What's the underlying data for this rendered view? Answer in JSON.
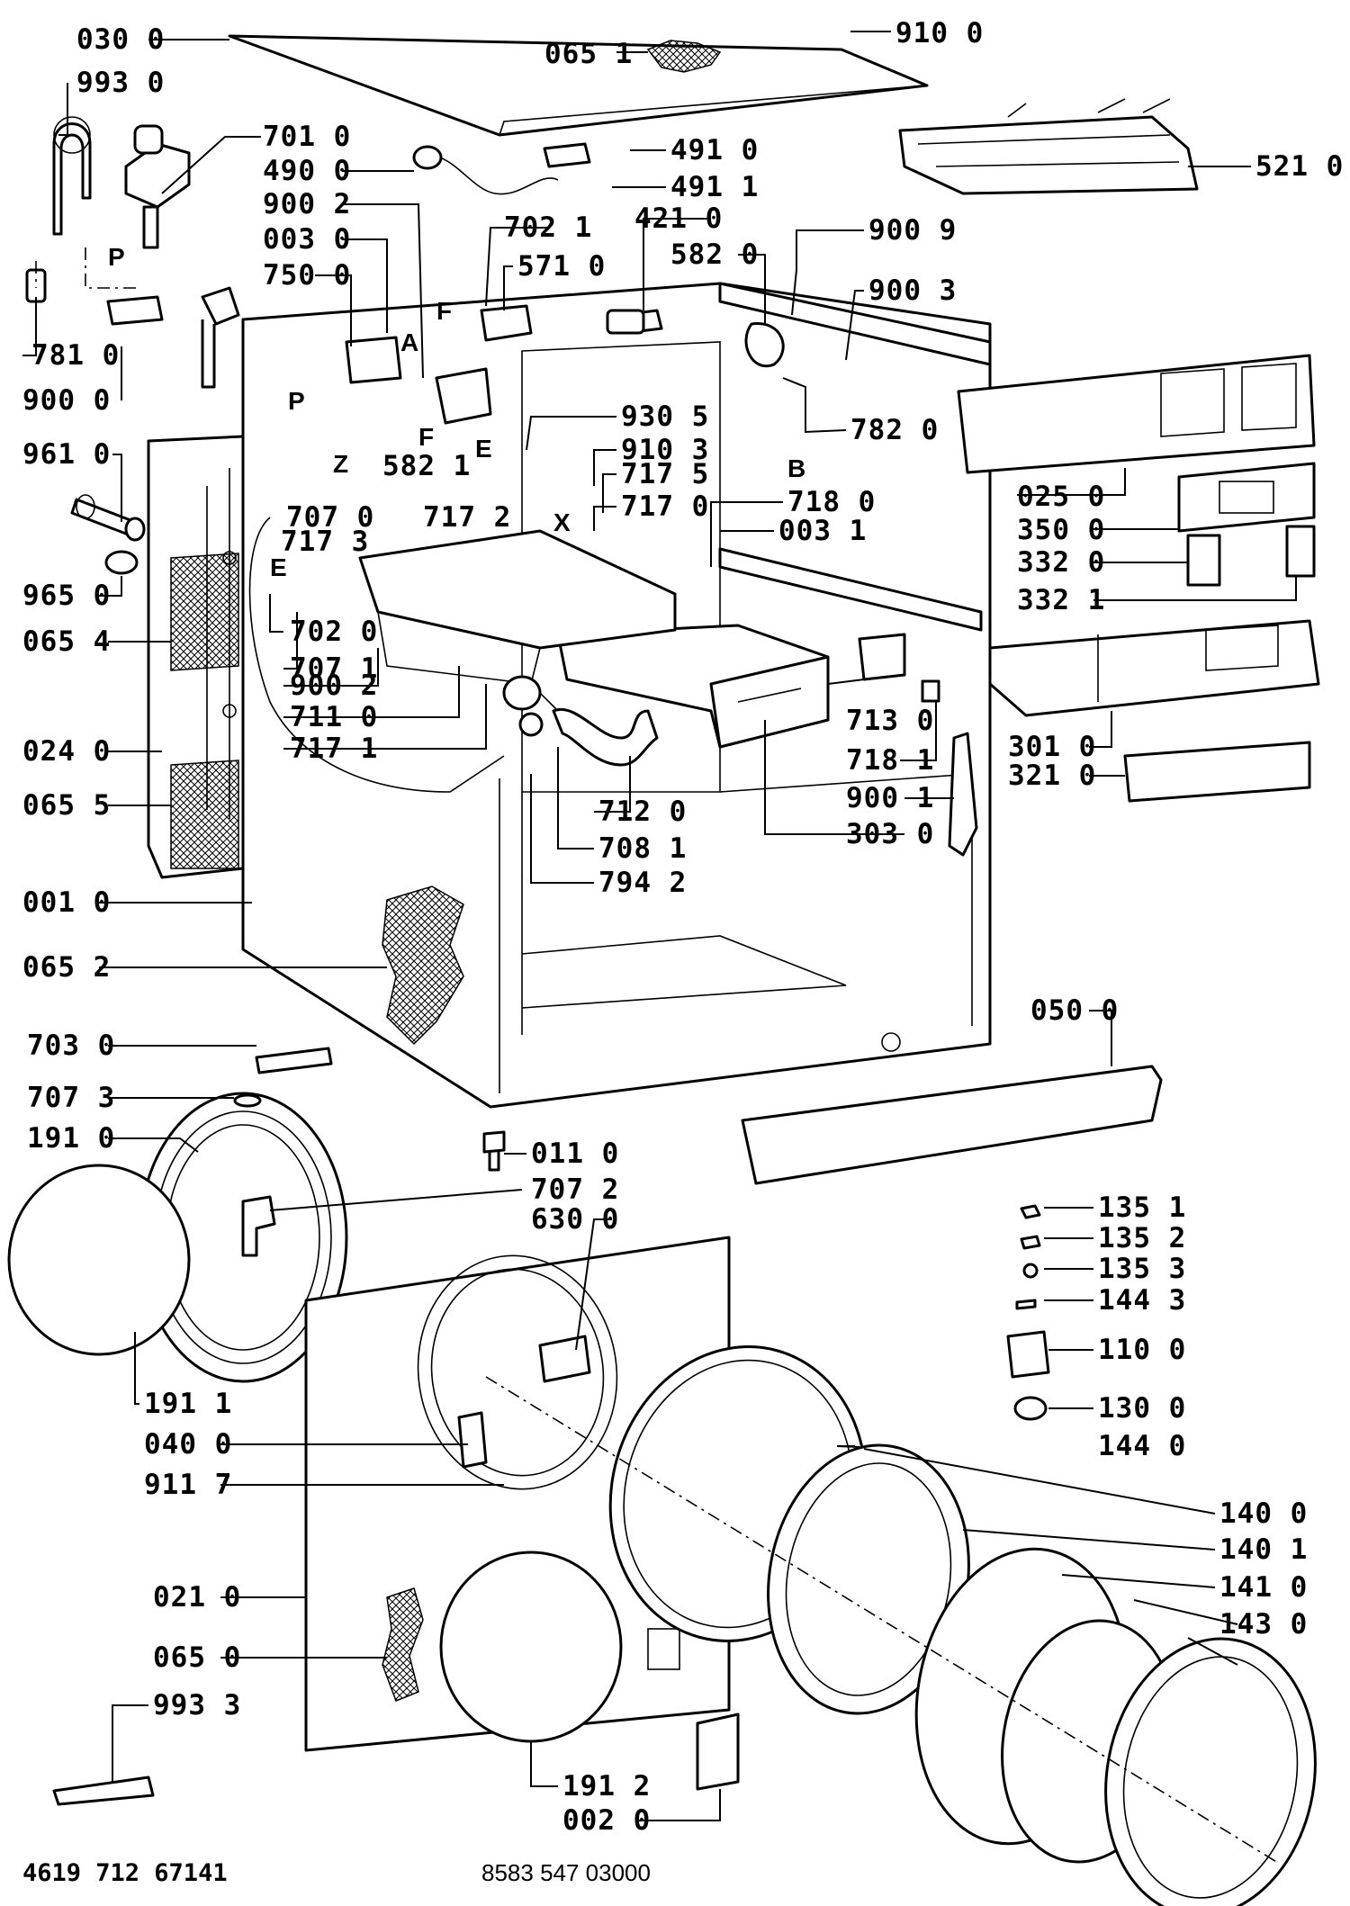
{
  "labels": [
    {
      "text": "030 0"
    },
    {
      "text": "065 1"
    },
    {
      "text": "910 0"
    },
    {
      "text": "993 0"
    },
    {
      "text": "701 0"
    },
    {
      "text": "490 0"
    },
    {
      "text": "491 0"
    },
    {
      "text": "491 1"
    },
    {
      "text": "521 0"
    },
    {
      "text": "900 2"
    },
    {
      "text": "003 0"
    },
    {
      "text": "702 1"
    },
    {
      "text": "421 0"
    },
    {
      "text": "900 9"
    },
    {
      "text": "582 0"
    },
    {
      "text": "571 0"
    },
    {
      "text": "750 0"
    },
    {
      "text": "900 3"
    },
    {
      "text": "781 0"
    },
    {
      "text": "900 0"
    },
    {
      "text": "582 1"
    },
    {
      "text": "930 5"
    },
    {
      "text": "782 0"
    },
    {
      "text": "961 0"
    },
    {
      "text": "910 3"
    },
    {
      "text": "717 5"
    },
    {
      "text": "717 0"
    },
    {
      "text": "718 0"
    },
    {
      "text": "003 1"
    },
    {
      "text": "707 0"
    },
    {
      "text": "717 2"
    },
    {
      "text": "717 3"
    },
    {
      "text": "025 0"
    },
    {
      "text": "350 0"
    },
    {
      "text": "332 0"
    },
    {
      "text": "332 1"
    },
    {
      "text": "965 0"
    },
    {
      "text": "065 4"
    },
    {
      "text": "702 0"
    },
    {
      "text": "707 1"
    },
    {
      "text": "900 2"
    },
    {
      "text": "711 0"
    },
    {
      "text": "717 1"
    },
    {
      "text": "713 0"
    },
    {
      "text": "301 0"
    },
    {
      "text": "321 0"
    },
    {
      "text": "024 0"
    },
    {
      "text": "718 1"
    },
    {
      "text": "065 5"
    },
    {
      "text": "900 1"
    },
    {
      "text": "712 0"
    },
    {
      "text": "303 0"
    },
    {
      "text": "708 1"
    },
    {
      "text": "794 2"
    },
    {
      "text": "001 0"
    },
    {
      "text": "065 2"
    },
    {
      "text": "050 0"
    },
    {
      "text": "703 0"
    },
    {
      "text": "707 3"
    },
    {
      "text": "191 0"
    },
    {
      "text": "011 0"
    },
    {
      "text": "707 2"
    },
    {
      "text": "630 0"
    },
    {
      "text": "135 1"
    },
    {
      "text": "135 2"
    },
    {
      "text": "135 3"
    },
    {
      "text": "144 3"
    },
    {
      "text": "110 0"
    },
    {
      "text": "191 1"
    },
    {
      "text": "130 0"
    },
    {
      "text": "040 0"
    },
    {
      "text": "144 0"
    },
    {
      "text": "911 7"
    },
    {
      "text": "140 0"
    },
    {
      "text": "140 1"
    },
    {
      "text": "021 0"
    },
    {
      "text": "141 0"
    },
    {
      "text": "143 0"
    },
    {
      "text": "065 0"
    },
    {
      "text": "993 3"
    },
    {
      "text": "191 2"
    },
    {
      "text": "002 0"
    }
  ],
  "letters": [
    "P",
    "A",
    "P",
    "Z",
    "F",
    "F",
    "E",
    "B",
    "X",
    "E"
  ],
  "footer": {
    "left_code": "4619 712 67141",
    "center_code": "8583 547 03000"
  }
}
